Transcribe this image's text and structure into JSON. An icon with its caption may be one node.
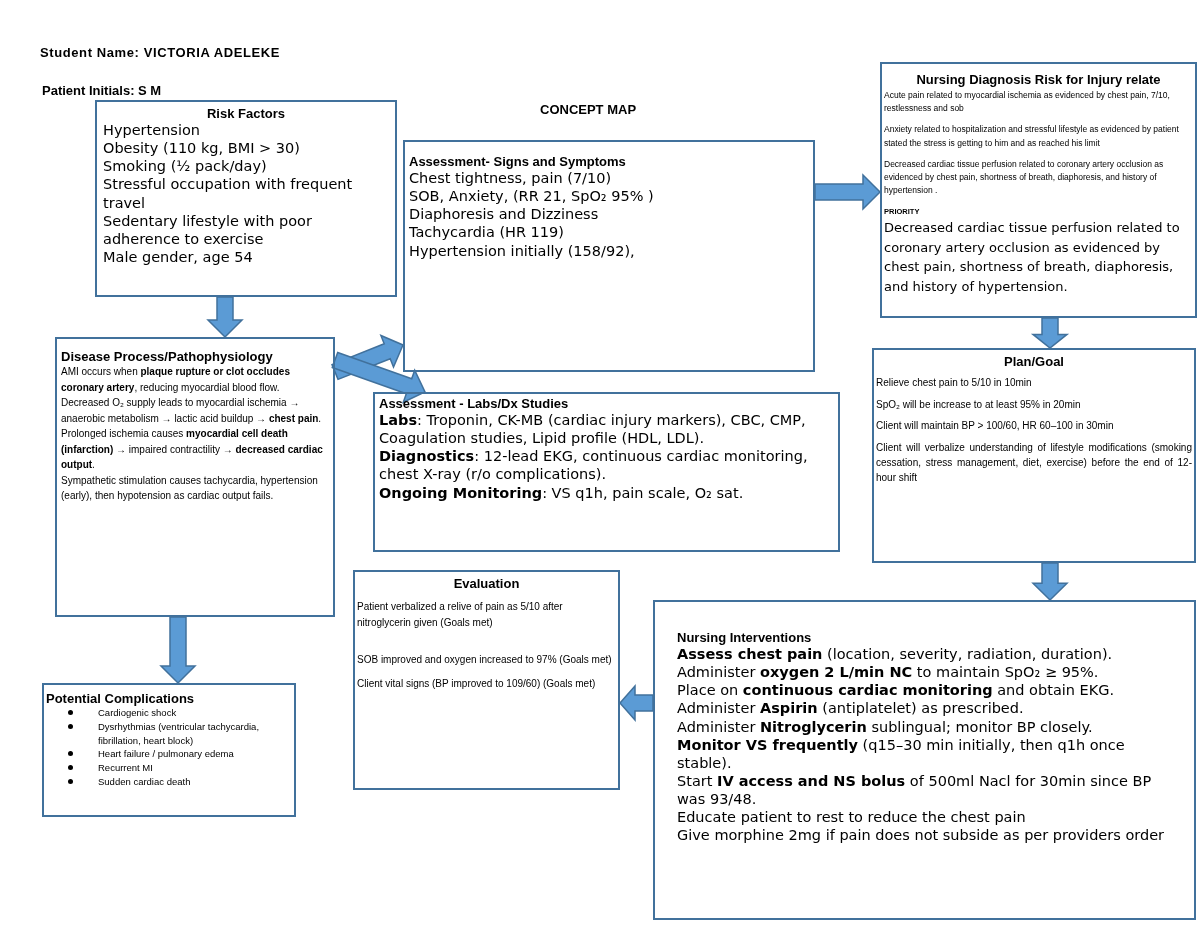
{
  "diagram": {
    "title": "CONCEPT MAP",
    "nodes": [
      {
        "text": [
          "Risk Factors",
          "Hypertension",
          "Obesity (110 kg, BMI > 30)",
          "Smoking (½ pack/day)",
          "Stressful occupation with frequent travel",
          "Sedentary lifestyle with poor adherence to exercise",
          "Male gender, age 54"
        ]
      },
      {
        "text": [
          "Disease Process/Pathophysiology",
          "AMI occurs when **plaque rupture or clot occludes coronary artery**, reducing myocardial blood flow.",
          "Decreased O₂ supply leads to myocardial ischemia → anaerobic metabolism → lactic acid buildup → **chest pain**.",
          "Prolonged ischemia causes **myocardial cell death (infarction)** → impaired contractility → **decreased cardiac output**.",
          "Sympathetic stimulation causes tachycardia, hypertension (early), then hypotension as cardiac output fails."
        ]
      },
      {
        "text": [
          "Potential Complications",
          "Cardiogenic shock",
          "Dysrhythmias (ventricular tachycardia, fibrillation, heart block)",
          "Heart failure / pulmonary edema",
          "Recurrent MI",
          "Sudden cardiac death"
        ]
      },
      {
        "text": [
          "Assessment- Signs and Symptoms",
          "Chest tightness, pain (7/10)",
          "SOB, Anxiety, (RR 21, SpO₂ 95% )",
          "Diaphoresis and Dizziness",
          "Tachycardia (HR 119)",
          "Hypertension initially (158/92),"
        ]
      },
      {
        "text": [
          "Assessment - Labs/Dx Studies",
          "**Labs**: Troponin, CK-MB (cardiac injury markers), CBC, CMP, Coagulation studies, Lipid profile (HDL, LDL).",
          "**Diagnostics**: 12-lead EKG, continuous cardiac monitoring, chest X-ray (r/o complications).",
          "**Ongoing Monitoring**: VS q1h, pain scale, O₂ sat."
        ]
      },
      {
        "text": [
          "Nursing Diagnosis Risk for Injury relate",
          "Acute pain related to myocardial ischemia as evidenced by chest pain, 7/10, restlessness and sob",
          "Anxiety related to hospitalization and stressful lifestyle as evidenced by patient stated the stress is getting to him and as reached his limit",
          "Decreased cardiac tissue perfusion related to coronary artery occlusion as evidenced by chest pain, shortness of breath, diaphoresis, and history of hypertension .",
          "PRIORITY",
          "Decreased cardiac tissue perfusion related to coronary artery occlusion as evidenced by chest pain, shortness of breath, diaphoresis, and history of hypertension."
        ]
      },
      {
        "text": [
          "Plan/Goal",
          "Relieve chest pain to 5/10 in 10min",
          "SpO₂ will be increase to at least 95% in 20min",
          "Client will maintain BP > 100/60, HR 60–100 in 30min",
          "Client will verbalize understanding of lifestyle modifications (smoking cessation, stress management, diet, exercise) before the end of 12-hour shift"
        ]
      },
      {
        "text": [
          "Nursing Interventions",
          "**Assess chest pain** (location, severity, radiation, duration).",
          "Administer **oxygen 2 L/min NC** to maintain SpO₂ ≥ 95%.",
          "Place on **continuous cardiac monitoring** and obtain EKG.",
          "Administer **Aspirin** (antiplatelet) as prescribed.",
          "Administer **Nitroglycerin** sublingual; monitor BP closely.",
          "**Monitor VS frequently** (q15–30 min initially, then q1h once stable).",
          "Start **IV access and NS bolus** of 500ml Nacl for 30min since BP was 93/48.",
          "Educate patient to rest to reduce the chest pain",
          "Give morphine 2mg if pain does not subside as per providers order"
        ]
      },
      {
        "text": [
          "Evaluation",
          "Patient verbalized a relive of pain as 5/10 after nitroglycerin given (Goals met)",
          "SOB improved and oxygen increased to 97% (Goals met)",
          "Client vital signs (BP improved to 109/60) (Goals met)"
        ]
      }
    ],
    "edges": [
      {
        "from": 0,
        "to": 1,
        "arrow": "to"
      },
      {
        "from": 1,
        "to": 2,
        "arrow": "to"
      },
      {
        "from": 1,
        "to": 3,
        "arrow": "to"
      },
      {
        "from": 1,
        "to": 4,
        "arrow": "to"
      },
      {
        "from": 3,
        "to": 5,
        "arrow": "to"
      },
      {
        "from": 5,
        "to": 6,
        "arrow": "to"
      },
      {
        "from": 6,
        "to": 7,
        "arrow": "to"
      },
      {
        "from": 7,
        "to": 8,
        "arrow": "to"
      }
    ],
    "labels": [
      "Student Name: VICTORIA ADELEKE",
      "Patient Initials: S M"
    ]
  }
}
